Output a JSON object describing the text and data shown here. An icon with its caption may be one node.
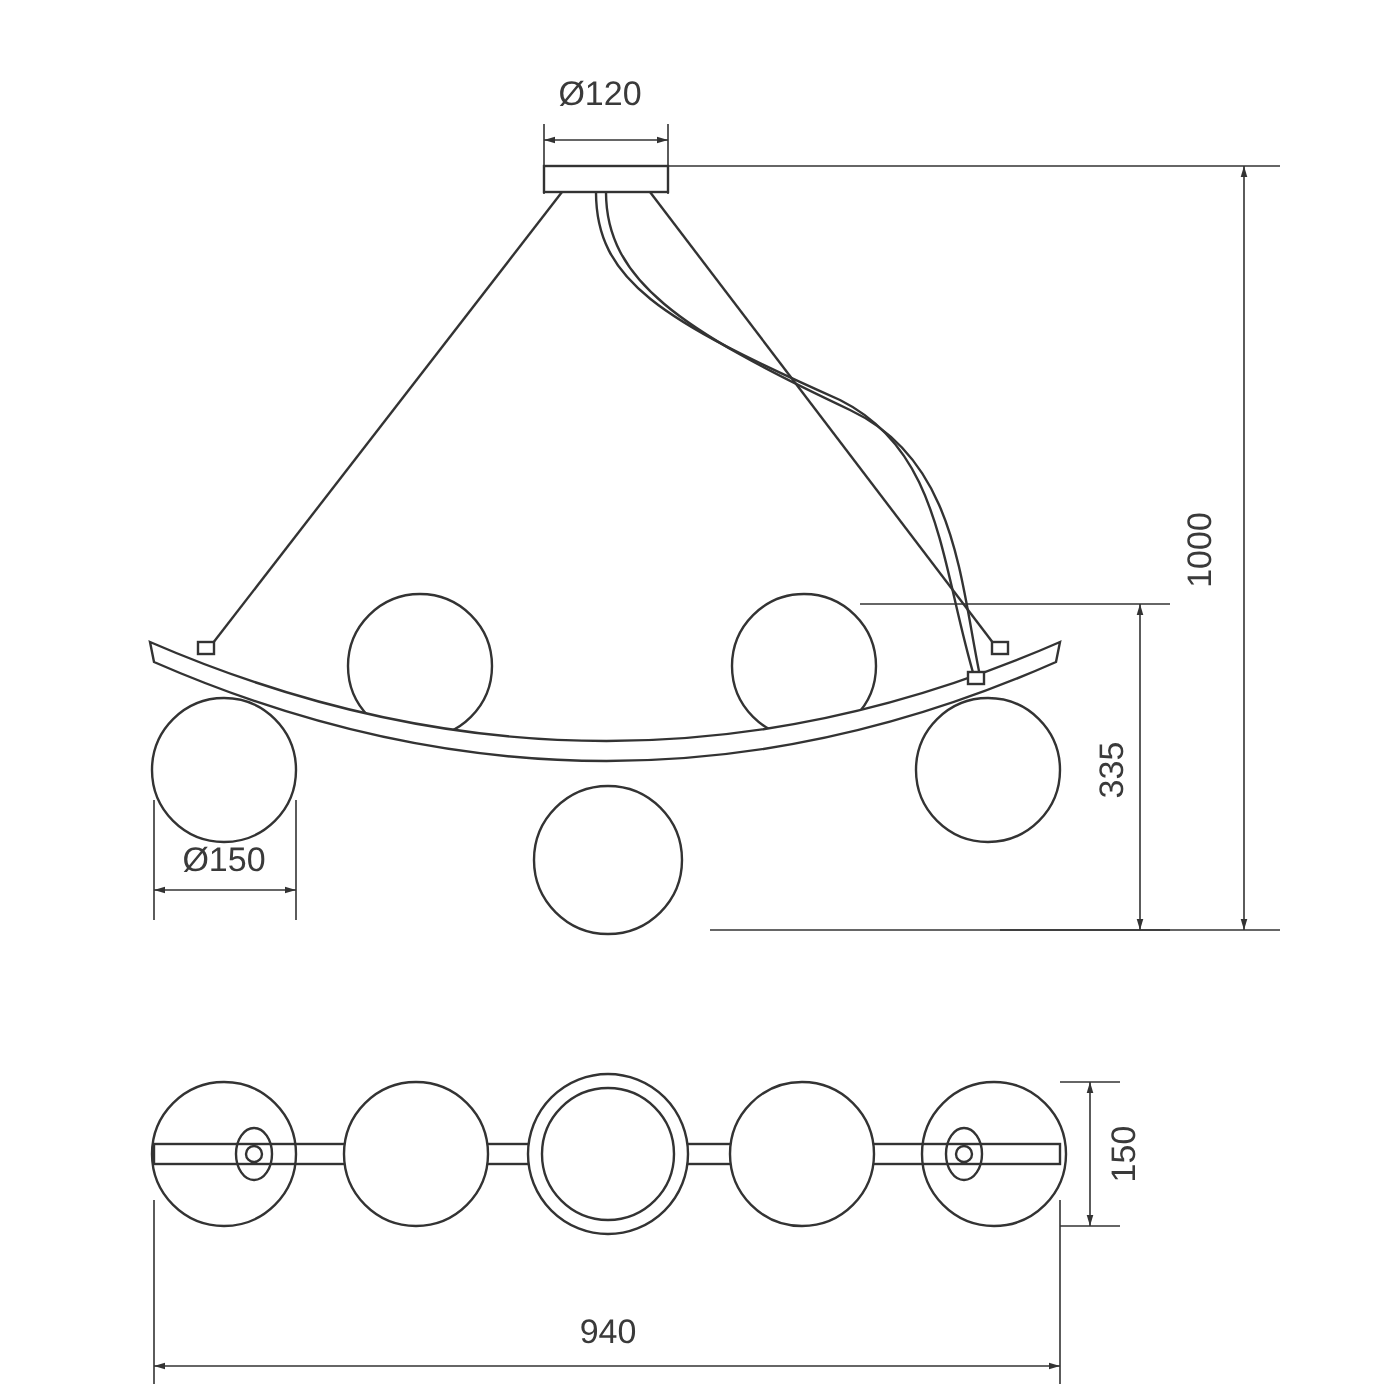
{
  "diagram": {
    "labels": [
      "Ø120",
      "1000",
      "335",
      "Ø150",
      "150",
      "940"
    ]
  }
}
